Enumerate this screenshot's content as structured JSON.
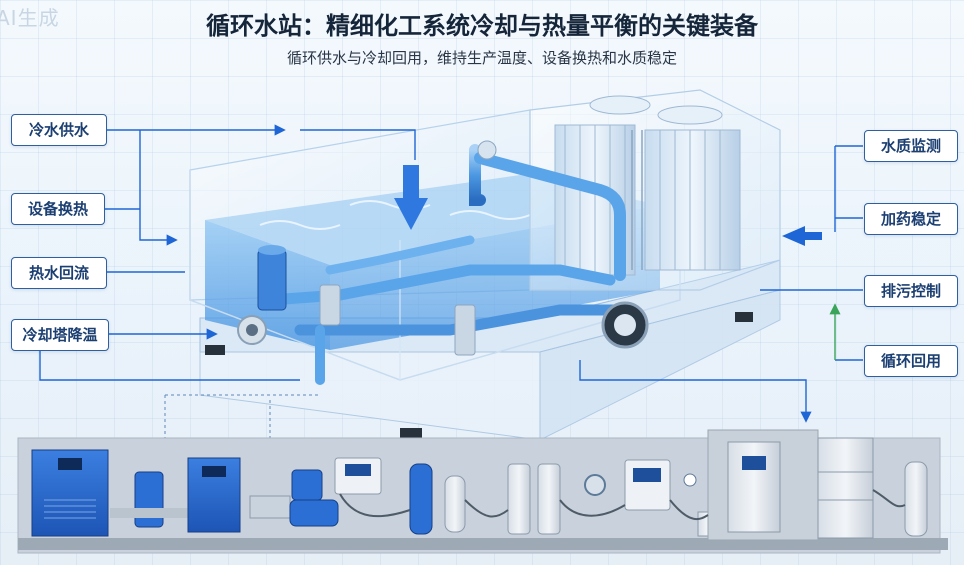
{
  "watermark": "AI生成",
  "title": "循环水站：精细化工系统冷却与热量平衡的关键装备",
  "subtitle": "循环供水与冷却回用，维持生产温度、设备换热和水质稳定",
  "left_labels": [
    "冷水供水",
    "设备换热",
    "热水回流",
    "冷却塔降温"
  ],
  "right_labels": [
    "水质监测",
    "加药稳定",
    "排污控制",
    "循环回用"
  ],
  "colors": {
    "label_border": "#2f5f9e",
    "label_text": "#1c3f72",
    "arrow_blue": "#1e66d6",
    "water": "#4f9fe6",
    "equipment_blue": "#2c6fd4"
  }
}
